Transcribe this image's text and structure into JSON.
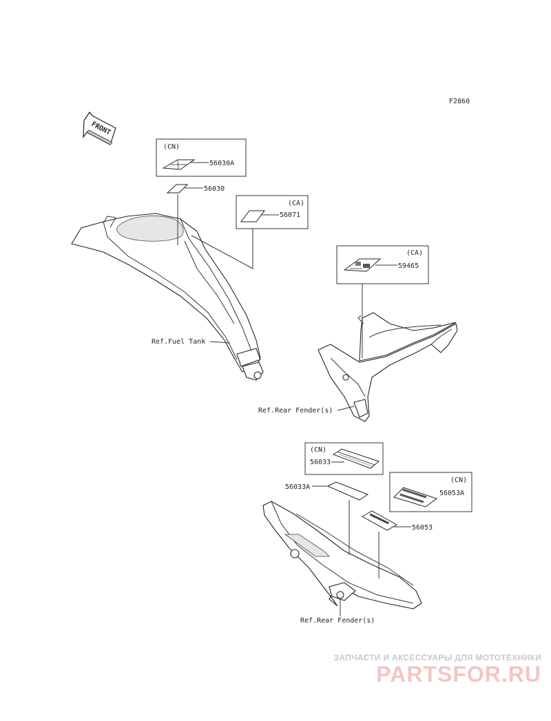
{
  "figure_code": "F2860",
  "front_label": "FRONT",
  "callouts": {
    "cn1": "(CN)",
    "p56030A": "56030A",
    "p56030": "56030",
    "ca1": "(CA)",
    "p56071": "56071",
    "ca2": "(CA)",
    "p59465": "59465",
    "ref_fuel_tank": "Ref.Fuel Tank",
    "ref_rear_fender_1": "Ref.Rear Fender(s)",
    "cn2": "(CN)",
    "p56033": "56033",
    "p56033A": "56033A",
    "cn3": "(CN)",
    "p56053A": "56053A",
    "p56053": "56053",
    "ref_rear_fender_2": "Ref.Rear Fender(s)"
  },
  "watermark": {
    "tagline": "ЗАПЧАСТИ И АКСЕССУАРЫ ДЛЯ МОТОТЕХНИКИ",
    "brand": "PARTSFOR.RU"
  }
}
